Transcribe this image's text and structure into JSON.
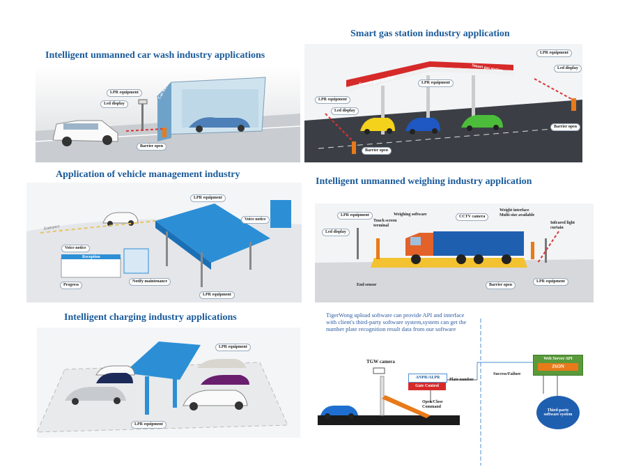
{
  "titles": {
    "car_wash": "Intelligent unmanned car wash industry applications",
    "gas_station": "Smart gas station industry application",
    "vehicle_mgmt": "Application of vehicle management industry",
    "weighing": "Intelligent unmanned weighing industry application",
    "charging": "Intelligent charging industry applications"
  },
  "car_wash": {
    "lpr": "LPR equipment",
    "led": "Led display",
    "barrier": "Barrier open",
    "building_sign": "Car wash"
  },
  "gas_station": {
    "canopy_sign_1": "Smart gas station",
    "canopy_sign_2": "Smart gas station",
    "lpr_1": "LPR equipment",
    "lpr_2": "LPR equipment",
    "lpr_3": "LPR equipment",
    "led_1": "Led display",
    "led_2": "Led display",
    "barrier_1": "Barrier open",
    "barrier_2": "Barrier open"
  },
  "vehicle_mgmt": {
    "lpr_top": "LPR equipment",
    "voice_notice_right": "Voice notice",
    "voice_notice_left": "Voice notice",
    "entrance": "Entrance",
    "reception": "Reception",
    "progress": "Progress",
    "notify": "Notify maintenance",
    "lpr_bottom": "LPR equipment"
  },
  "weighing": {
    "lpr_left": "LPR equipment",
    "weighing_software": "Weighing software",
    "touch_screen": "Touch screen terminal",
    "cctv": "CCTV camera",
    "weight_interface": "Weight interface Multi-size available",
    "infrared": "Infrared light curtain",
    "led": "Led display",
    "end_sensor": "End sensor",
    "barrier": "Barrier open",
    "lpr_right": "LPR equipment"
  },
  "charging": {
    "lpr_top": "LPR equipment",
    "lpr_bottom": "LPR equipment"
  },
  "api": {
    "description": "TigerWong upload software can provide API and  interface with client's third-party software system,system can get the number plate recognition result data from our software",
    "camera": "TGW camera",
    "anpr": "ANPR/ALPR",
    "gate": "Gate Control",
    "plate_number": "Plate number",
    "open_close": "Open/Close Command",
    "success": "Success/Failure",
    "web_server": "Web Server API",
    "json": "JSON",
    "third_party": "Third-party software system"
  },
  "colors": {
    "title_blue": "#1a5a9a",
    "canopy_blue": "#2c8fd6",
    "gas_red": "#d62a2a",
    "barrier_orange": "#e87a1a",
    "truck_blue": "#1f5fb0",
    "pit_yellow": "#f2c230"
  }
}
